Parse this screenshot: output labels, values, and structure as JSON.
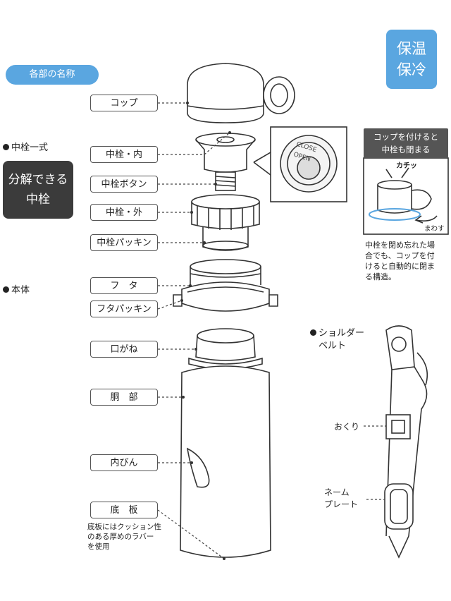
{
  "section_title": "各部の名称",
  "badge": {
    "line1": "保温",
    "line2": "保冷"
  },
  "groups": {
    "stopper_set": "中栓一式",
    "body": "本体",
    "strap_line1": "ショルダー",
    "strap_line2": "ベルト"
  },
  "stopper_feature": {
    "line1": "分解できる",
    "line2": "中栓"
  },
  "parts": {
    "cup": "コップ",
    "stopper_inner": "中栓・内",
    "stopper_button": "中栓ボタン",
    "stopper_outer": "中栓・外",
    "stopper_gasket": "中栓パッキン",
    "lid": "フ　タ",
    "lid_gasket": "フタパッキン",
    "mouth_ring": "口がね",
    "barrel": "胴　部",
    "inner_bottle": "内びん",
    "bottom_plate": "底　板"
  },
  "bottom_note": [
    "底板にはクッション性",
    "のある厚めのラバー",
    "を使用"
  ],
  "dial": {
    "close": "CLOSE",
    "open": "OPEN"
  },
  "auto_close": {
    "header_line1": "コップを付けると",
    "header_line2": "中栓も閉まる",
    "click": "カチッ",
    "turn": "まわす",
    "note": [
      "中栓を閉め忘れた場",
      "合でも、コップを付",
      "けると自動的に閉ま",
      "る構造。"
    ]
  },
  "strap_parts": {
    "buckle": "おくり",
    "nameplate_line1": "ネーム",
    "nameplate_line2": "プレート"
  },
  "colors": {
    "accent_blue": "#5aa6e0",
    "dark_box": "#3b3b3b",
    "line": "#333333"
  }
}
